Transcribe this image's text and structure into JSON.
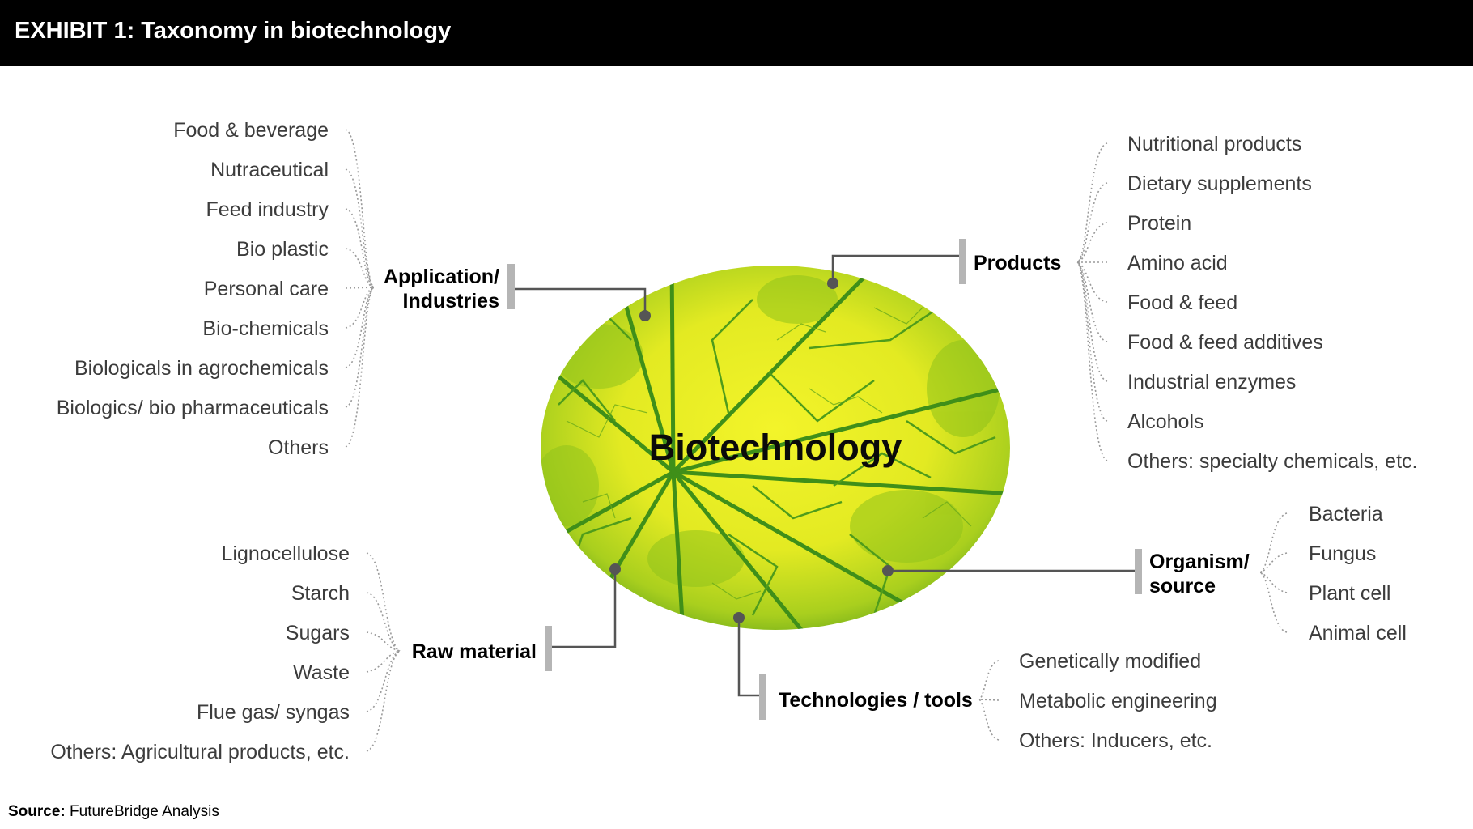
{
  "title": "EXHIBIT 1: Taxonomy in biotechnology",
  "center_label": "Biotechnology",
  "categories": {
    "application": {
      "label_line1": "Application/",
      "label_line2": "Industries",
      "items": [
        "Food & beverage",
        "Nutraceutical",
        "Feed industry",
        "Bio plastic",
        "Personal care",
        "Bio-chemicals",
        "Biologicals in agrochemicals",
        "Biologics/ bio pharmaceuticals",
        "Others"
      ]
    },
    "products": {
      "label": "Products",
      "items": [
        "Nutritional products",
        "Dietary supplements",
        "Protein",
        "Amino acid",
        "Food & feed",
        "Food & feed additives",
        "Industrial enzymes",
        "Alcohols",
        "Others: specialty chemicals, etc."
      ]
    },
    "organism": {
      "label_line1": "Organism/",
      "label_line2": "source",
      "items": [
        "Bacteria",
        "Fungus",
        "Plant cell",
        "Animal cell"
      ]
    },
    "raw_material": {
      "label": "Raw material",
      "items": [
        "Lignocellulose",
        "Starch",
        "Sugars",
        "Waste",
        "Flue gas/ syngas",
        "Others: Agricultural products, etc."
      ]
    },
    "technologies": {
      "label": "Technologies / tools",
      "items": [
        "Genetically modified",
        "Metabolic engineering",
        "Others: Inducers, etc."
      ]
    }
  },
  "source_label": "Source:",
  "source_text": "FutureBridge Analysis",
  "colors": {
    "header_bg": "#000000",
    "connector": "#555555",
    "bracket_bar": "#b5b5b5",
    "leaf_yellow": "#eef01c",
    "leaf_green": "#3f8f19"
  }
}
